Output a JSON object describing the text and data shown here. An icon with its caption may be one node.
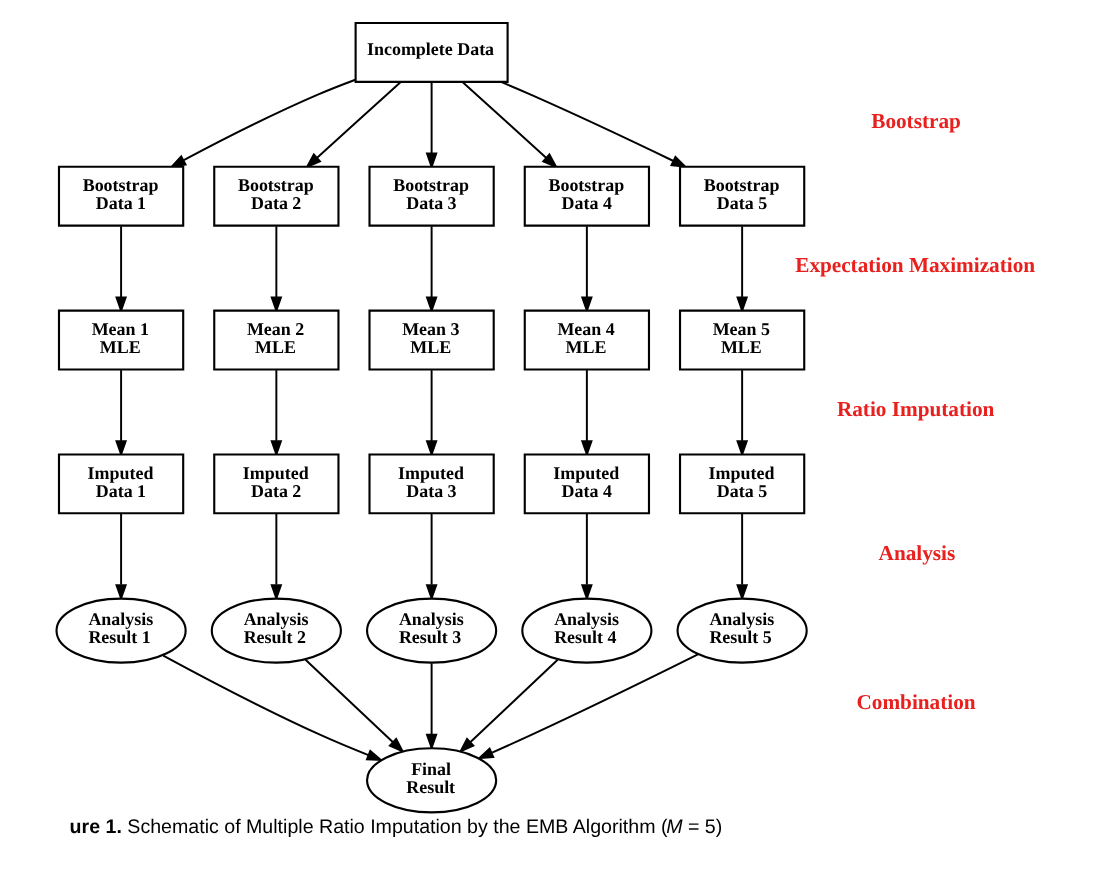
{
  "diagram": {
    "caption": "**ure 1.** Schematic of Multiple Ratio Imputation by the EMB Algorithm (*M* = 5)",
    "nodes": [
      {
        "text": [
          "Incomplete Data"
        ]
      },
      {
        "text": [
          "Bootstrap Data 1"
        ]
      },
      {
        "text": [
          "Bootstrap Data 2"
        ]
      },
      {
        "text": [
          "Bootstrap Data 3"
        ]
      },
      {
        "text": [
          "Bootstrap Data 4"
        ]
      },
      {
        "text": [
          "Bootstrap Data 5"
        ]
      },
      {
        "text": [
          "Mean 1 MLE"
        ]
      },
      {
        "text": [
          "Mean 2 MLE"
        ]
      },
      {
        "text": [
          "Mean 3 MLE"
        ]
      },
      {
        "text": [
          "Mean 4 MLE"
        ]
      },
      {
        "text": [
          "Mean 5 MLE"
        ]
      },
      {
        "text": [
          "Imputed Data 1"
        ]
      },
      {
        "text": [
          "Imputed Data 2"
        ]
      },
      {
        "text": [
          "Imputed Data 3"
        ]
      },
      {
        "text": [
          "Imputed Data 4"
        ]
      },
      {
        "text": [
          "Imputed Data 5"
        ]
      },
      {
        "text": [
          "Analysis Result 1"
        ]
      },
      {
        "text": [
          "Analysis Result 2"
        ]
      },
      {
        "text": [
          "Analysis Result 3"
        ]
      },
      {
        "text": [
          "Analysis Result 4"
        ]
      },
      {
        "text": [
          "Analysis Result 5"
        ]
      },
      {
        "text": [
          "Final Result"
        ]
      }
    ],
    "edges": [
      {
        "from": 0,
        "to": 1,
        "arrow": "to"
      },
      {
        "from": 0,
        "to": 2,
        "arrow": "to"
      },
      {
        "from": 0,
        "to": 3,
        "arrow": "to"
      },
      {
        "from": 0,
        "to": 4,
        "arrow": "to"
      },
      {
        "from": 0,
        "to": 5,
        "arrow": "to"
      },
      {
        "from": 1,
        "to": 6,
        "arrow": "to"
      },
      {
        "from": 2,
        "to": 7,
        "arrow": "to"
      },
      {
        "from": 3,
        "to": 8,
        "arrow": "to"
      },
      {
        "from": 4,
        "to": 9,
        "arrow": "to"
      },
      {
        "from": 5,
        "to": 10,
        "arrow": "to"
      },
      {
        "from": 6,
        "to": 11,
        "arrow": "to"
      },
      {
        "from": 7,
        "to": 12,
        "arrow": "to"
      },
      {
        "from": 8,
        "to": 13,
        "arrow": "to"
      },
      {
        "from": 9,
        "to": 14,
        "arrow": "to"
      },
      {
        "from": 10,
        "to": 15,
        "arrow": "to"
      },
      {
        "from": 11,
        "to": 16,
        "arrow": "to"
      },
      {
        "from": 12,
        "to": 17,
        "arrow": "to"
      },
      {
        "from": 13,
        "to": 18,
        "arrow": "to"
      },
      {
        "from": 14,
        "to": 19,
        "arrow": "to"
      },
      {
        "from": 15,
        "to": 20,
        "arrow": "to"
      },
      {
        "from": 16,
        "to": 21,
        "arrow": "to"
      },
      {
        "from": 17,
        "to": 21,
        "arrow": "to"
      },
      {
        "from": 18,
        "to": 21,
        "arrow": "to"
      },
      {
        "from": 19,
        "to": 21,
        "arrow": "to"
      },
      {
        "from": 20,
        "to": 21,
        "arrow": "to"
      }
    ],
    "labels": [
      "Bootstrap",
      "Expectation Maximization",
      "Ratio Imputation",
      "Analysis",
      "Combination"
    ]
  }
}
